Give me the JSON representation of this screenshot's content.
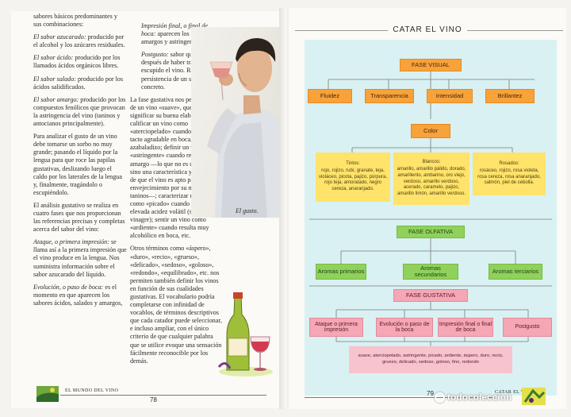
{
  "left_page": {
    "col1": [
      {
        "type": "plain",
        "text": "sabores básicos predominantes y sus combinaciones:"
      },
      {
        "type": "lead",
        "lead": "El sabor azucarado:",
        "text": " producido por el alcohol y los azúcares residuales."
      },
      {
        "type": "lead",
        "lead": "El sabor ácido:",
        "text": " producido por los llamados ácidos orgánicos libres."
      },
      {
        "type": "lead",
        "lead": "El sabor salado:",
        "text": " producido por los ácidos salidificados."
      },
      {
        "type": "lead",
        "lead": "El sabor amargo:",
        "text": " producido por los compuestos fenólicos que provocan la astringencia del vino (taninos y antocianos principalmente)."
      },
      {
        "type": "plain",
        "text": "Para analizar el gusto de un vino debe tomarse un sorbo no muy grande; pasando el líquido por la lengua para que roce las papilas gustativas, deslizando luego el caldo por los laterales de la lengua y, finalmente, tragándolo o escupiéndolo."
      },
      {
        "type": "plain",
        "text": "El análisis gustativo se realiza en cuatro fases que nos proporcionan las referencias precisas y completas acerca del sabor del vino:"
      },
      {
        "type": "lead",
        "lead": "Ataque, o primera impresión:",
        "text": " se llama así a la primera impresión que el vino produce en la lengua. Nos suministra información sobre el sabor azucarado del líquido."
      },
      {
        "type": "lead",
        "lead": "Evolución, o paso de boca:",
        "text": " es el momento en que aparecen los sabores ácidos, salados y amargos,"
      }
    ],
    "col2": [
      {
        "type": "lead_indent",
        "lead": "Impresión final, o final de boca:",
        "text": " aparecen los sabores amargos y astringentes."
      },
      {
        "type": "lead_indent",
        "lead": "Postgusto:",
        "text": " sabor que se percibe después de haber tragado o escupido el vino. Resulta de la persistencia de un sabor concreto."
      },
      {
        "type": "plain",
        "text": "La fase gustativa nos permite hablar de un vino «suave», queriendo significar su buena elaboración; calificar un vino como «aterciopelado» cuando presenta un tacto agradable en boca, algo azabaladizo; definir un vino como «astringente» cuando resulta amargo —lo que no es un defecto sino una característica y una señal de que el vino es apto para el envejecimiento por su nivel de taninos—; caracterizar un vino como «picado» cuando presenta una elevada acidez volátil (sabor a vinagre); sentir un vino como «ardiente» cuando resulta muy alcohólico en boca, etc."
      },
      {
        "type": "plain",
        "text": "Otros términos como «áspero», «duro», «recio», «grueso», «delicado», «sedoso», «goloso», «redondo», «equilibrado», etc. nos permiten también definir los vinos en función de sus cualidades gustativas. El vocabulario podría completarse con infinidad de vocablos, de términos descriptivos que cada catador puede seleccionar, e incluso ampliar, con el único criterio de que cualquier palabra que se utilice evoque una sensación fácilmente reconocible por los demás."
      }
    ],
    "caption": "El gusto.",
    "footer_label": "EL MUNDO DEL VINO",
    "page_number": "78"
  },
  "right_page": {
    "title": "CATAR EL VINO",
    "page_number": "79",
    "footer_label": "CATAR EL VINO",
    "fase_visual": {
      "label": "FASE VISUAL",
      "items": [
        "Fluidez",
        "Transparencia",
        "Intensidad",
        "Brillantez"
      ],
      "color_label": "Color",
      "colors": [
        {
          "heading": "Tintos:",
          "text": "rojo, rojizo, rubí, granate, teja, violáceo, picota, pajizo, púrpura, rojo teja, amoratado, negro cereza, anaranjado."
        },
        {
          "heading": "Blancos:",
          "text": "amarillo, amarillo pálido, dorado, amarillento, ambarino, oro viejo, verdoso, amarillo verdoso, acerado, caramelo, pajizo, amarillo limón, amarillo verdoso."
        },
        {
          "heading": "Rosados:",
          "text": "rosáceo, rojizo, rosa violeta, rosa cereza, rosa anaranjado, salmón, piel de cebolla."
        }
      ]
    },
    "fase_olfativa": {
      "label": "FASE OLFATIVA",
      "items": [
        "Aromas primarios",
        "Aromas secundarios",
        "Aromas terciarios"
      ]
    },
    "fase_gustativa": {
      "label": "FASE GUSTATIVA",
      "items": [
        "Ataque o primera impresión",
        "Evolución o paso de la boca",
        "Impresión final o final de boca",
        "Postgusto"
      ],
      "terms": "suave, aterciopelado, astringente, picado, ardiente, áspero, duro, recio, grueso, delicado, sedoso, goloso, fino, redondo"
    }
  },
  "watermark": "todocoleccion",
  "colors": {
    "panel": "#d9f1f2",
    "orange": "#f9a23a",
    "yellow": "#ffe36b",
    "green": "#8fd15a",
    "pink": "#f6a6b4"
  }
}
